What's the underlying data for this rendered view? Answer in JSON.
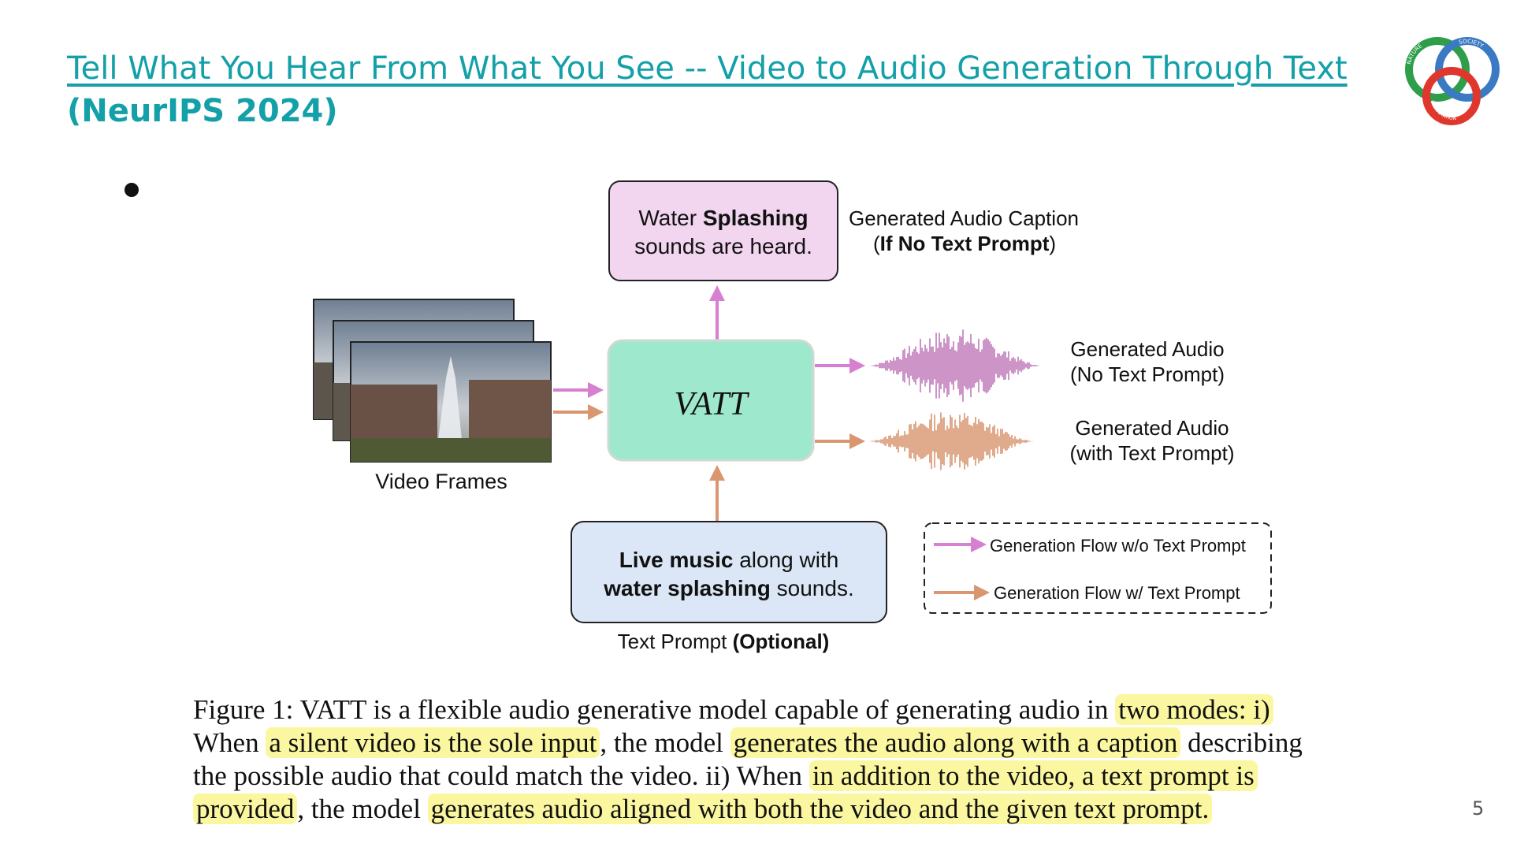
{
  "slide": {
    "title": "Tell What You Hear From What You See -- Video to Audio Generation Through Text",
    "venue": "(NeurIPS 2024)",
    "page_number": "5"
  },
  "logo": {
    "top_text": "NATURE",
    "right_text": "SOCIETY",
    "bottom_text": "COMPUTATION",
    "colors": [
      "#2e9e4a",
      "#3a7ac2",
      "#e0372c"
    ]
  },
  "figure": {
    "caption_box": {
      "line1_plain": "Water ",
      "line1_bold": "Splashing",
      "line2": "sounds are heard."
    },
    "caption_label": {
      "line1": "Generated Audio Caption",
      "line2_open": "(",
      "line2_bold": "If No Text Prompt",
      "line2_close": ")"
    },
    "model_name": "VATT",
    "video_label": "Video Frames",
    "audio_no_text": {
      "line1": "Generated Audio",
      "line2": "(No Text Prompt)"
    },
    "audio_with_text": {
      "line1": "Generated Audio",
      "line2": "(with Text Prompt)"
    },
    "prompt_box": {
      "line1_bold": "Live music",
      "line1_plain": " along with",
      "line2_bold": "water splashing",
      "line2_plain": " sounds."
    },
    "prompt_label": {
      "plain": "Text Prompt ",
      "bold": "(Optional)"
    },
    "legend": [
      {
        "label": "Generation Flow w/o Text Prompt",
        "color": "#d77fd0"
      },
      {
        "label": "Generation Flow w/ Text Prompt",
        "color": "#d99670"
      }
    ],
    "colors": {
      "caption_box": "#f2d5ef",
      "model_box": "#9ee9cd",
      "prompt_box": "#dbe7f6"
    }
  },
  "caption": {
    "l1a": "Figure 1:   VATT is a flexible audio generative model capable of generating audio in ",
    "l1b": "two modes: i)",
    "l2a": "When ",
    "l2b": "a silent video is the sole input",
    "l2c": ", the model ",
    "l2d": "generates the audio along with a caption",
    "l2e": " describing",
    "l3a": "the possible audio that could match the video.  ii) When ",
    "l3b": "in addition to the video, a text prompt is",
    "l4a": "provided",
    "l4b": ", the model ",
    "l4c": "generates audio aligned with both the video and the given text prompt."
  }
}
